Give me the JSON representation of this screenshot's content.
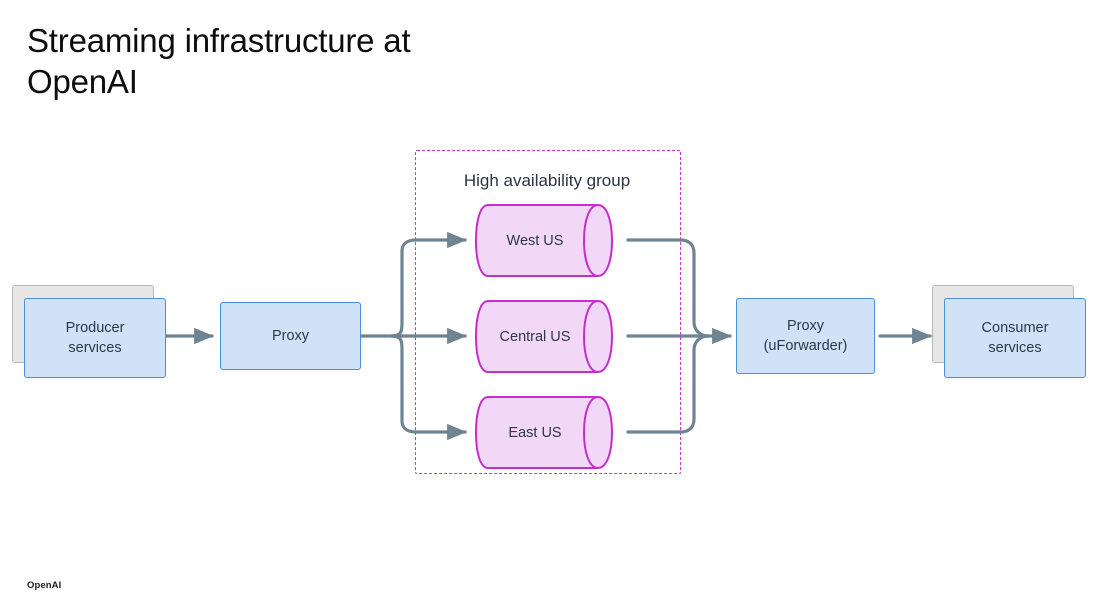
{
  "slide": {
    "title": "Streaming infrastructure at\nOpenAI",
    "footer_logo": "OpenAI",
    "background_color": "#ffffff"
  },
  "theme": {
    "title_color": "#0d0d0d",
    "box_fill": "#cfe2f7",
    "box_border": "#4a90d9",
    "ghost_fill": "#e6e6e6",
    "ghost_border": "#b8b8b8",
    "cylinder_fill": "#f2d7f7",
    "cylinder_border": "#c22fcc",
    "group_border": "#cc33cc",
    "arrow_color": "#6e8492",
    "node_text_color": "#2b3a46"
  },
  "diagram": {
    "type": "flow-architecture",
    "nodes": [
      {
        "id": "producer-services",
        "label": "Producer\nservices",
        "shape": "stacked-box",
        "color": "#cfe2f7"
      },
      {
        "id": "proxy-ingress",
        "label": "Proxy",
        "shape": "box",
        "color": "#cfe2f7"
      },
      {
        "id": "west-us",
        "label": "West US",
        "shape": "cylinder",
        "color": "#f2d7f7"
      },
      {
        "id": "central-us",
        "label": "Central US",
        "shape": "cylinder",
        "color": "#f2d7f7"
      },
      {
        "id": "east-us",
        "label": "East US",
        "shape": "cylinder",
        "color": "#f2d7f7"
      },
      {
        "id": "proxy-uforwarder",
        "label": "Proxy\n(uForwarder)",
        "shape": "box",
        "color": "#cfe2f7"
      },
      {
        "id": "consumer-services",
        "label": "Consumer\nservices",
        "shape": "stacked-box",
        "color": "#cfe2f7"
      }
    ],
    "groups": [
      {
        "id": "high-availability-group",
        "label": "High availability group",
        "style": "dashed",
        "color": "#cc33cc",
        "members": [
          "west-us",
          "central-us",
          "east-us"
        ]
      }
    ],
    "edges": [
      {
        "from": "producer-services",
        "to": "proxy-ingress"
      },
      {
        "from": "proxy-ingress",
        "to": "west-us"
      },
      {
        "from": "proxy-ingress",
        "to": "central-us"
      },
      {
        "from": "proxy-ingress",
        "to": "east-us"
      },
      {
        "from": "west-us",
        "to": "proxy-uforwarder"
      },
      {
        "from": "central-us",
        "to": "proxy-uforwarder"
      },
      {
        "from": "east-us",
        "to": "proxy-uforwarder"
      },
      {
        "from": "proxy-uforwarder",
        "to": "consumer-services"
      }
    ]
  }
}
